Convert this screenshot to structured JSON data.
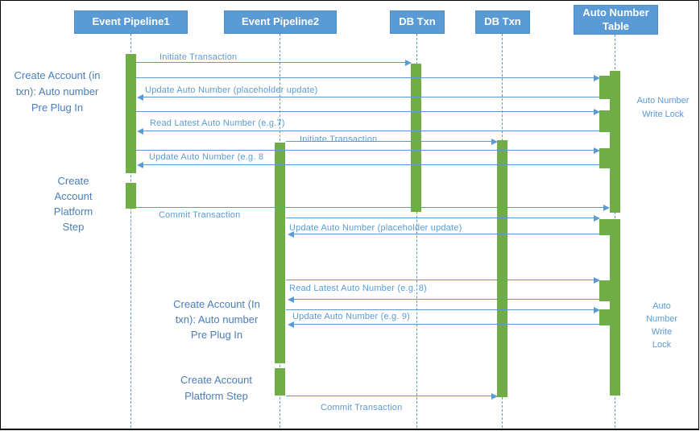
{
  "colors": {
    "green": "#70AD47",
    "blue": "#5B9BD5",
    "lineblue": "#5B9BD5",
    "textblue": "#4A7EBB"
  },
  "headers": {
    "ep1": "Event Pipeline1",
    "ep2": "Event Pipeline2",
    "dbt1": "DB Txn",
    "dbt2": "DB Txn",
    "ant": "Auto Number Table"
  },
  "labels": {
    "ep1_plugin": [
      "Create Account (in",
      "txn): Auto number",
      "Pre Plug In"
    ],
    "ep1_platform": [
      "Create",
      "Account",
      "Platform",
      "Step"
    ],
    "ep2_plugin": [
      "Create Account (In",
      "txn): Auto number",
      "Pre Plug In"
    ],
    "ep2_platform": [
      "Create Account",
      "Platform Step"
    ],
    "lock1": [
      "Auto Number",
      "Write Lock"
    ],
    "lock2": [
      "Auto",
      "Number",
      "Write",
      "Lock"
    ]
  },
  "messages": {
    "m1": "Initiate Transaction",
    "m2": "Update Auto Number (placeholder update)",
    "m3": "Read Latest Auto Number (e.g.7)",
    "m4": "Initiate Transaction",
    "m5": "Update Auto Number (e.g. 8",
    "m6": "Commit Transaction",
    "m7": "Update Auto Number (placeholder update)",
    "m8": "Read Latest Auto Number (e.g. 8)",
    "m9": "Update Auto Number (e.g. 9)",
    "m10": "Commit Transaction"
  }
}
